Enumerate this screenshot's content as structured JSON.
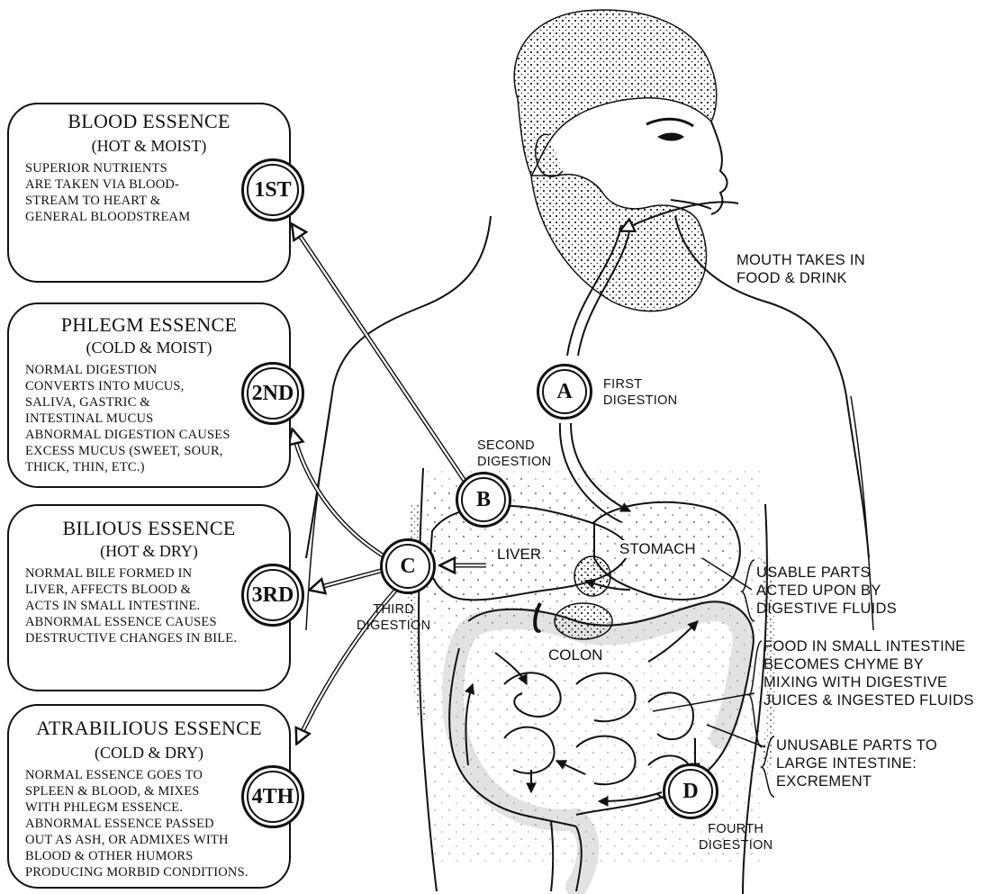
{
  "essences": [
    {
      "rank": "1ST",
      "title": "BLOOD ESSENCE",
      "quality": "(HOT & MOIST)",
      "desc": "SUPERIOR NUTRIENTS\nARE TAKEN VIA BLOOD-\nSTREAM TO HEART &\nGENERAL BLOODSTREAM"
    },
    {
      "rank": "2ND",
      "title": "PHLEGM ESSENCE",
      "quality": "(COLD & MOIST)",
      "desc": "NORMAL DIGESTION\nCONVERTS INTO MUCUS,\nSALIVA, GASTRIC &\nINTESTINAL MUCUS\nABNORMAL DIGESTION CAUSES\nEXCESS MUCUS (SWEET, SOUR,\nTHICK, THIN, ETC.)"
    },
    {
      "rank": "3RD",
      "title": "BILIOUS ESSENCE",
      "quality": "(HOT & DRY)",
      "desc": "NORMAL BILE FORMED IN\nLIVER, AFFECTS BLOOD &\nACTS IN SMALL INTESTINE.\nABNORMAL ESSENCE CAUSES\nDESTRUCTIVE CHANGES IN BILE."
    },
    {
      "rank": "4TH",
      "title": "ATRABILIOUS ESSENCE",
      "quality": "(COLD & DRY)",
      "desc": "NORMAL ESSENCE GOES TO\nSPLEEN & BLOOD, & MIXES\nWITH PHLEGM ESSENCE.\nABNORMAL ESSENCE PASSED\nOUT AS ASH, OR ADMIXES WITH\nBLOOD & OTHER HUMORS\nPRODUCING MORBID CONDITIONS."
    }
  ],
  "stages": [
    {
      "letter": "A",
      "label": "FIRST\nDIGESTION"
    },
    {
      "letter": "B",
      "label": "SECOND\nDIGESTION"
    },
    {
      "letter": "C",
      "label": "THIRD\nDIGESTION"
    },
    {
      "letter": "D",
      "label": "FOURTH\nDIGESTION"
    }
  ],
  "organs": {
    "liver": "LIVER",
    "stomach": "STOMACH",
    "colon": "COLON"
  },
  "annotations": {
    "mouth": "MOUTH TAKES IN\nFOOD & DRINK",
    "usable": "USABLE PARTS\nACTED UPON BY\nDIGESTIVE FLUIDS",
    "small_intestine": "FOOD IN SMALL INTESTINE\nBECOMES CHYME BY\nMIXING WITH DIGESTIVE\nJUICES & INGESTED FLUIDS",
    "unusable": "UNUSABLE PARTS TO\nLARGE INTESTINE:\nEXCREMENT"
  }
}
